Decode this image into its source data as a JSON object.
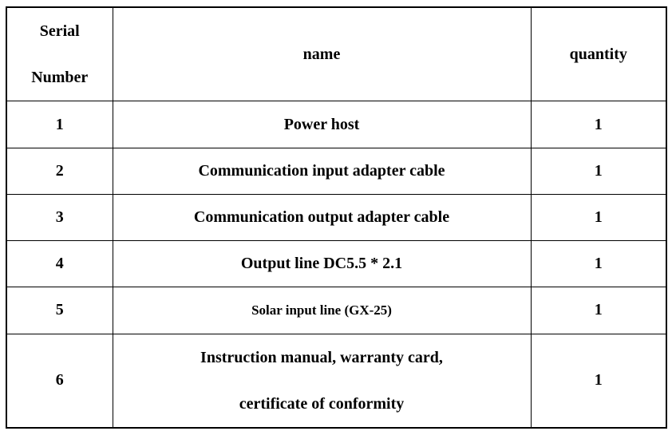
{
  "table": {
    "columns": [
      {
        "id": "serial",
        "label": "Serial Number",
        "line1": "Serial",
        "line2": "Number"
      },
      {
        "id": "name",
        "label": "name"
      },
      {
        "id": "quantity",
        "label": "quantity"
      }
    ],
    "rows": [
      {
        "serial": "1",
        "name": "Power host",
        "quantity": "1"
      },
      {
        "serial": "2",
        "name": "Communication input adapter cable",
        "quantity": "1"
      },
      {
        "serial": "3",
        "name": "Communication output adapter cable",
        "quantity": "1"
      },
      {
        "serial": "4",
        "name": "Output line DC5.5 * 2.1",
        "quantity": "1"
      },
      {
        "serial": "5",
        "name": "Solar input line (GX-25)",
        "quantity": "1"
      },
      {
        "serial": "6",
        "name_line1": "Instruction manual, warranty card,",
        "name_line2": "certificate of conformity",
        "quantity": "1"
      }
    ]
  },
  "colors": {
    "border": "#000000",
    "text": "#000000",
    "background": "#ffffff"
  }
}
